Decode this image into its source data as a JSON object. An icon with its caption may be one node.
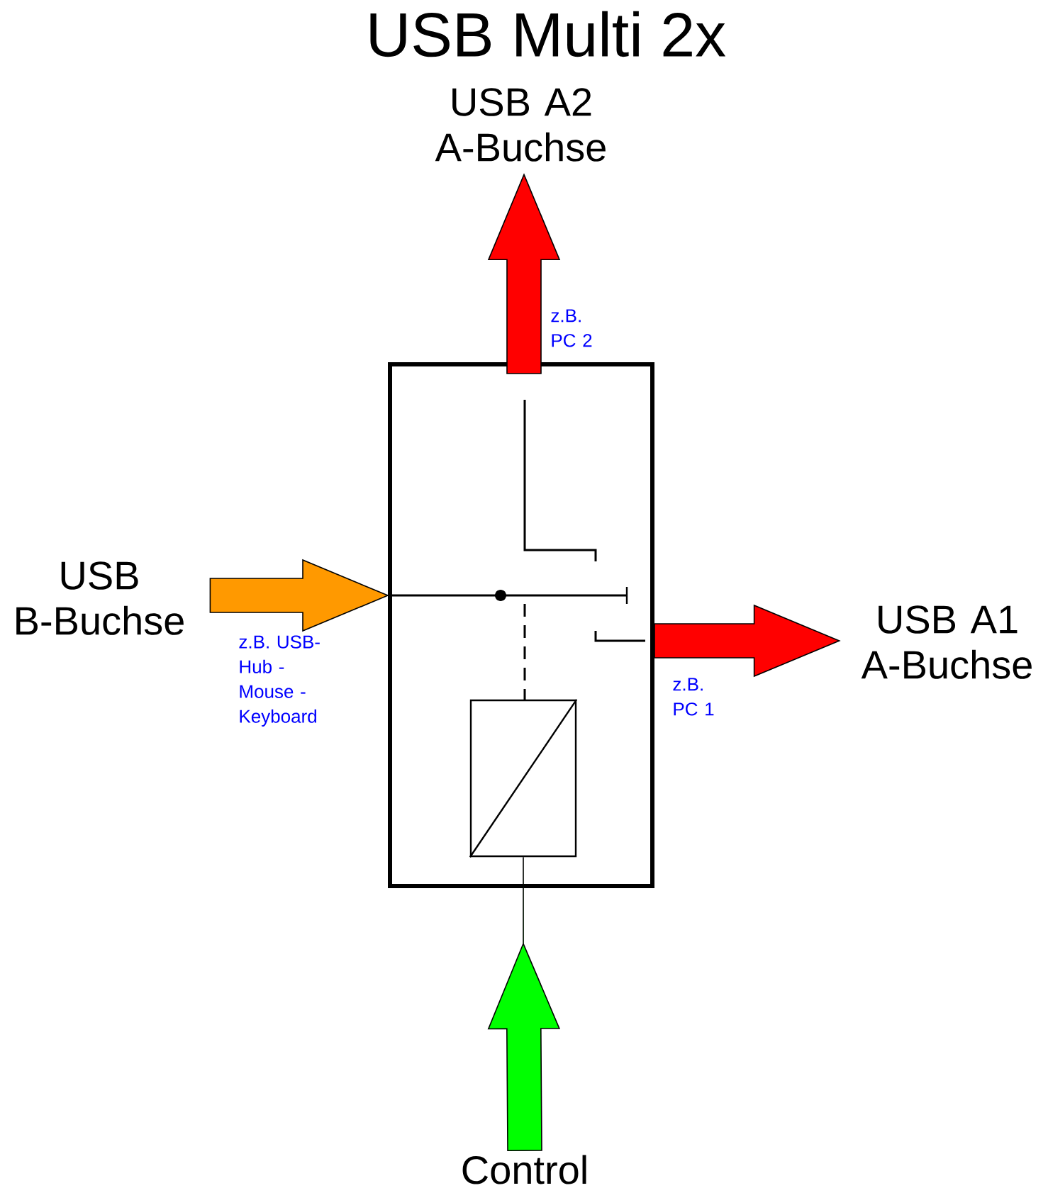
{
  "diagram": {
    "title": "USB Multi 2x",
    "nodes": [
      {
        "text": [
          "USB A2 A-Buchse"
        ]
      },
      {
        "text": [
          "USB B-Buchse"
        ]
      },
      {
        "text": [],
        "shape": "box"
      },
      {
        "text": [],
        "shape": "box",
        "in": 2
      },
      {
        "text": [
          "USB A1 A-Buchse"
        ]
      },
      {
        "text": [
          "Control"
        ]
      }
    ],
    "edges": [
      {
        "from": 2,
        "to": 0,
        "arrow": "to",
        "color": "#ff0000",
        "label": "z.B. PC 2"
      },
      {
        "from": 1,
        "to": 2,
        "arrow": "to",
        "color": "#ff9900",
        "label": "z.B. USB-Hub - Mouse - Keyboard"
      },
      {
        "from": 2,
        "to": 4,
        "arrow": "to",
        "color": "#ff0000",
        "label": "z.B. PC 1"
      },
      {
        "from": 5,
        "to": 3,
        "arrow": "to",
        "color": "#00ff00"
      }
    ]
  }
}
